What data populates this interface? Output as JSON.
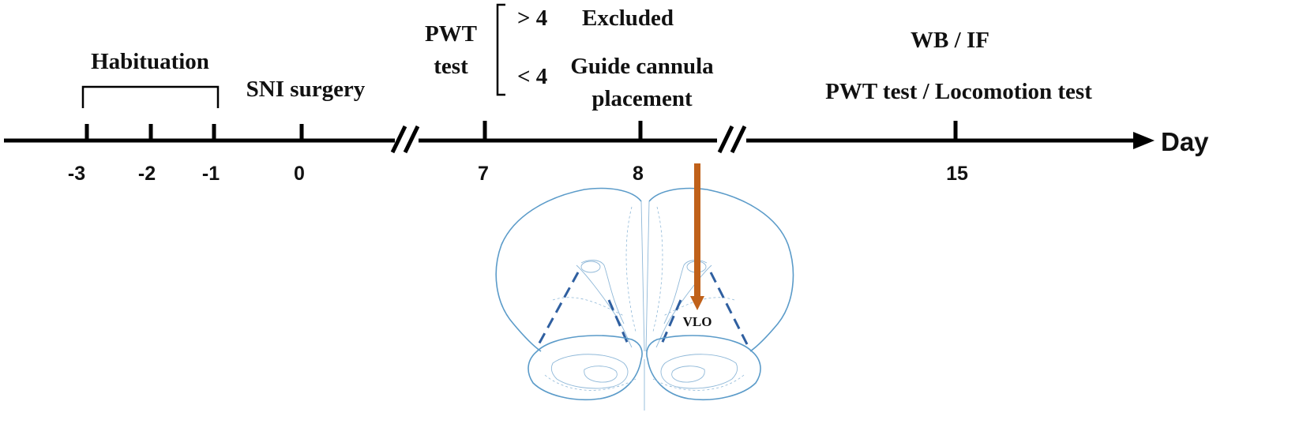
{
  "timeline": {
    "axis_label": "Day",
    "ticks": [
      {
        "label": "-3"
      },
      {
        "label": "-2"
      },
      {
        "label": "-1"
      },
      {
        "label": "0"
      },
      {
        "label": "7"
      },
      {
        "label": "8"
      },
      {
        "label": "15"
      }
    ]
  },
  "events": {
    "habituation": "Habituation",
    "sni_surgery": "SNI surgery",
    "pwt_test_line1": "PWT",
    "pwt_test_line2": "test",
    "branch_high_sign": "> 4",
    "branch_high_label": "Excluded",
    "branch_low_sign": "< 4",
    "branch_low_label_line1": "Guide cannula",
    "branch_low_label_line2": "placement",
    "final_line1": "WB / IF",
    "final_line2": "PWT test / Locomotion test"
  },
  "brain": {
    "target_label": "VLO",
    "arrow_color": "#c0611a",
    "outline_color": "#5b9bc9",
    "dash_color": "#2f5fa0"
  }
}
